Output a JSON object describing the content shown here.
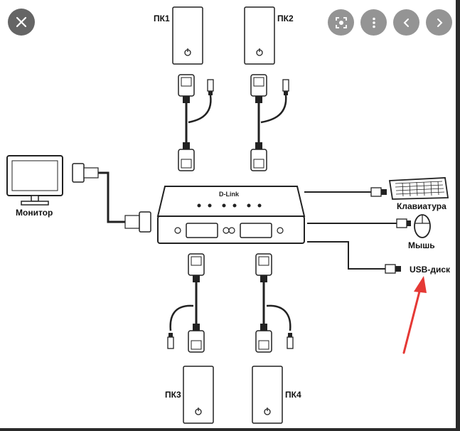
{
  "labels": {
    "pc1": "ПК1",
    "pc2": "ПК2",
    "pc3": "ПК3",
    "pc4": "ПК4",
    "monitor": "Монитор",
    "keyboard": "Клавиатура",
    "mouse": "Мышь",
    "usb_disk": "USB-диск",
    "brand": "D-Link"
  },
  "viewer": {
    "close_icon": "close-icon",
    "lens_icon": "lens-search-icon",
    "more_icon": "more-vert-icon",
    "prev_icon": "chevron-left-icon",
    "next_icon": "chevron-right-icon"
  },
  "colors": {
    "arrow": "#e53935",
    "line": "#222222",
    "button_bg": "#555555"
  }
}
